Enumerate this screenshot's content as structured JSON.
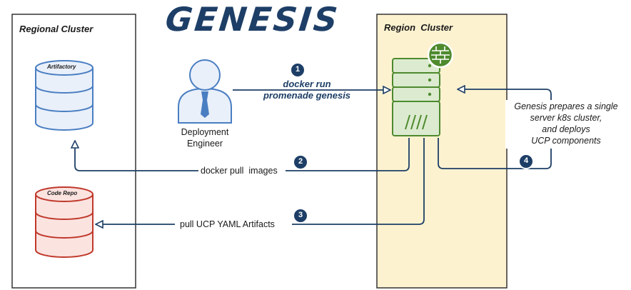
{
  "title": "GENESIS",
  "panels": {
    "left_title": "Regional Cluster",
    "right_title": "Region  Cluster"
  },
  "nodes": {
    "artifactory": "Artifactory",
    "code_repo": "Code Repo",
    "engineer_line1": "Deployment",
    "engineer_line2": "Engineer"
  },
  "steps": [
    {
      "num": "1",
      "line1": "docker run",
      "line2": "promenade genesis"
    },
    {
      "num": "2",
      "label": "docker pull  images"
    },
    {
      "num": "3",
      "label": "pull UCP YAML Artifacts"
    },
    {
      "num": "4",
      "lines": [
        "Genesis prepares a single",
        "server k8s cluster,",
        "and deploys",
        "UCP components"
      ]
    }
  ],
  "colors": {
    "navy": "#1d3e66",
    "artifactory_stroke": "#4a7ec2",
    "artifactory_fill": "#e9f0fa",
    "repo_stroke": "#c0392b",
    "repo_fill": "#fbe3e0",
    "server_stroke": "#4e8a2e",
    "server_fill": "#dcebd0",
    "region_fill": "#fdf2d0"
  },
  "icons": [
    "database-icon",
    "person-icon",
    "server-icon",
    "firewall-icon"
  ]
}
